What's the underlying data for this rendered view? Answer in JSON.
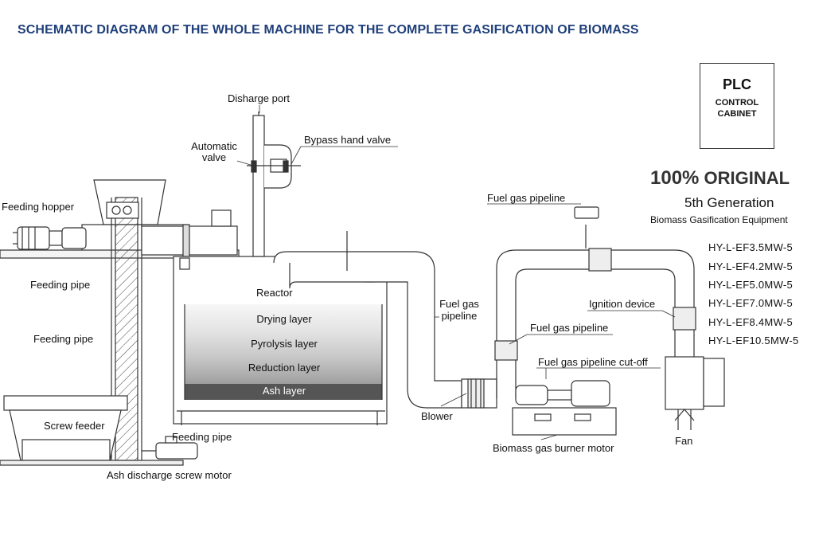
{
  "title": "SCHEMATIC DIAGRAM OF THE WHOLE MACHINE FOR THE COMPLETE GASIFICATION OF BIOMASS",
  "plc": {
    "line1": "PLC",
    "line2": "CONTROL",
    "line3": "CABINET"
  },
  "branding": {
    "percent": "100%",
    "original": "ORIGINAL",
    "generation": "5th Generation",
    "equipment": "Biomass Gasification Equipment"
  },
  "models": [
    "HY-L-EF3.5MW-5",
    "HY-L-EF4.2MW-5",
    "HY-L-EF5.0MW-5",
    "HY-L-EF7.0MW-5",
    "HY-L-EF8.4MW-5",
    "HY-L-EF10.5MW-5"
  ],
  "labels": {
    "discharge_port": "Disharge port",
    "automatic_valve_1": "Automatic",
    "automatic_valve_2": "valve",
    "bypass_hand_valve": "Bypass hand valve",
    "feeding_hopper": "Feeding hopper",
    "feeding_pipe_1": "Feeding pipe",
    "feeding_pipe_2": "Feeding pipe",
    "feeding_pipe_3": "Feeding pipe",
    "screw_feeder": "Screw feeder",
    "ash_discharge_screw_motor": "Ash discharge screw motor",
    "reactor": "Reactor",
    "fuel_gas_pipeline_top": "Fuel gas pipeline",
    "fuel_gas_pipeline_mid_1": "Fuel gas",
    "fuel_gas_pipeline_mid_2": "pipeline",
    "fuel_gas_pipeline_right": "Fuel gas pipeline",
    "fuel_gas_pipeline_cutoff": "Fuel gas pipeline cut-off",
    "ignition_device": "Ignition device",
    "blower": "Blower",
    "biomass_gas_burner_motor": "Biomass gas burner motor",
    "fan": "Fan"
  },
  "layers": {
    "drying": "Drying layer",
    "pyrolysis": "Pyrolysis layer",
    "reduction": "Reduction layer",
    "ash": "Ash layer"
  },
  "colors": {
    "title": "#1f3f7a",
    "line": "#333333",
    "ash_band": "#5a5a5a"
  }
}
